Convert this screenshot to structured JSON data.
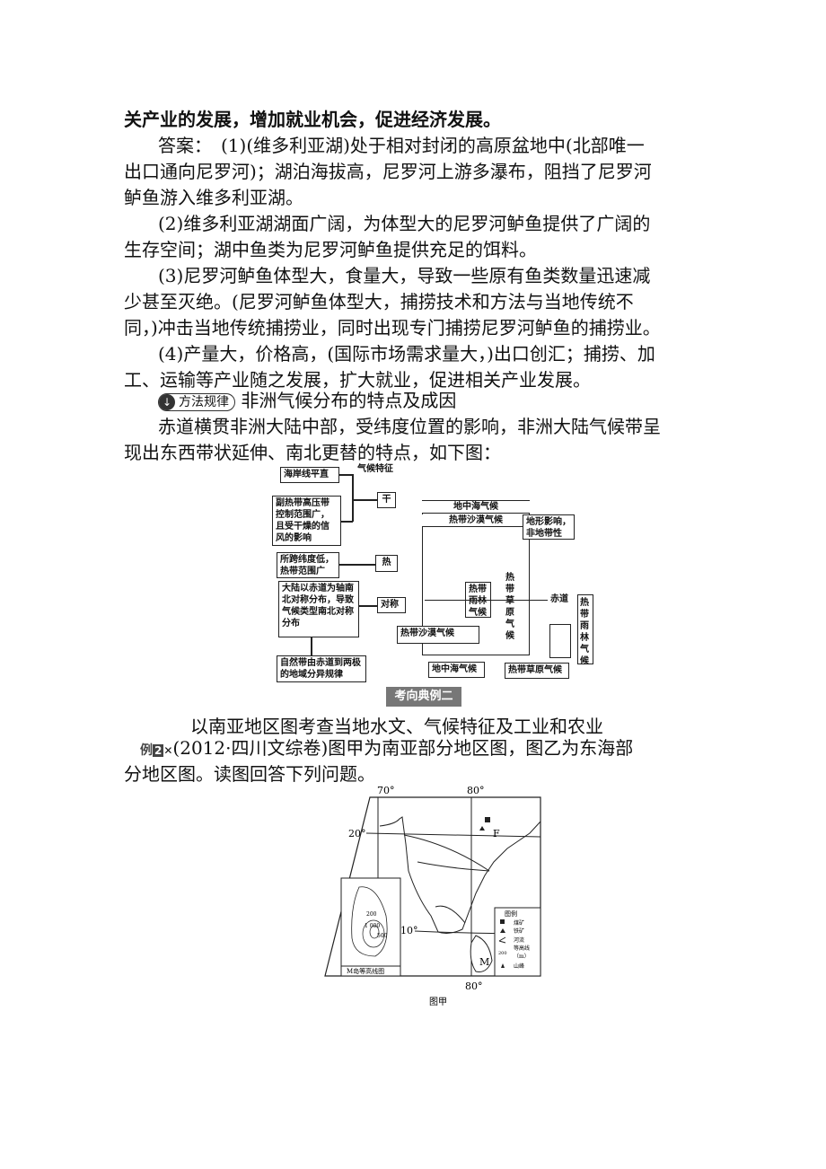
{
  "lines": [
    "关产业的发展，增加就业机会，促进经济发展。",
    "答案：　(1)(维多利亚湖)处于相对封闭的高原盆地中(北部唯一",
    "出口通向尼罗河)；湖泊海拔高，尼罗河上游多瀑布，阻挡了尼罗河",
    "鲈鱼游入维多利亚湖。",
    "(2)维多利亚湖湖面广阔，为体型大的尼罗河鲈鱼提供了广阔的",
    "生存空间；湖中鱼类为尼罗河鲈鱼提供充足的饵料。",
    "(3)尼罗河鲈鱼体型大，食量大，导致一些原有鱼类数量迅速减",
    "少甚至灭绝。(尼罗河鲈鱼体型大，捕捞技术和方法与当地传统不",
    "同，)冲击当地传统捕捞业，同时出现专门捕捞尼罗河鲈鱼的捕捞业。",
    "(4)产量大，价格高，(国际市场需求量大，)出口创汇；捕捞、加",
    "工、运输等产业随之发展，扩大就业，促进相关产业发展。"
  ],
  "method_badge": "方法规律",
  "section_title": "非洲气候分布的特点及成因",
  "intro_lines": [
    "赤道横贯非洲大陆中部，受纬度位置的影响，非洲大陆气候带呈",
    "现出东西带状延伸、南北更替的特点，如下图："
  ],
  "diagram": {
    "coast": "海岸线平直",
    "climate_feature": "气候特征",
    "subtropical": "副热带高压带控制范围广，且受干燥的信风的影响",
    "dry": "干",
    "latitude": "所跨纬度低，热带范围广",
    "hot": "热",
    "symmetry_reason": "大陆以赤道为轴南北对称分布，导致气候类型南北对称分布",
    "symmetry": "对称",
    "zonation": "自然带由赤道到两极的地域分异规律",
    "mediterranean_n": "地中海气候",
    "desert_n": "热带沙漠气候",
    "terrain": "地形影响，非地带性",
    "rainforest": "热带雨林气候",
    "savanna_v": "热带草原气候",
    "equator": "赤道",
    "desert_s": "热带沙漠气候",
    "mediterranean_s": "地中海气候",
    "savanna_s": "热带草原气候",
    "rainforest_e": "热带雨林气候"
  },
  "banner": "考向典例二",
  "topic": "以南亚地区图考查当地水文、气候特征及工业和农业",
  "example": {
    "label": "例",
    "number": "2",
    "line1": "(2012·四川文综卷)图甲为南亚部分地区图，图乙为东海部",
    "line2": "分地区图。读图回答下列问题。"
  },
  "map": {
    "lon_top_70": "70°",
    "lon_top_80": "80°",
    "lat_20": "20°",
    "lat_10": "10°",
    "lon_bottom_80": "80°",
    "point_F": "F",
    "island_M": "M",
    "inset_title": "M岛等高线图",
    "contour_200": "200",
    "contour_1000": "1 000",
    "contour_500": "500",
    "legend_title": "图例",
    "legend": [
      "煤矿",
      "铁矿",
      "河流",
      "等高线",
      "（m）",
      "山峰"
    ],
    "legend_contour_value": "200",
    "caption": "图甲"
  }
}
